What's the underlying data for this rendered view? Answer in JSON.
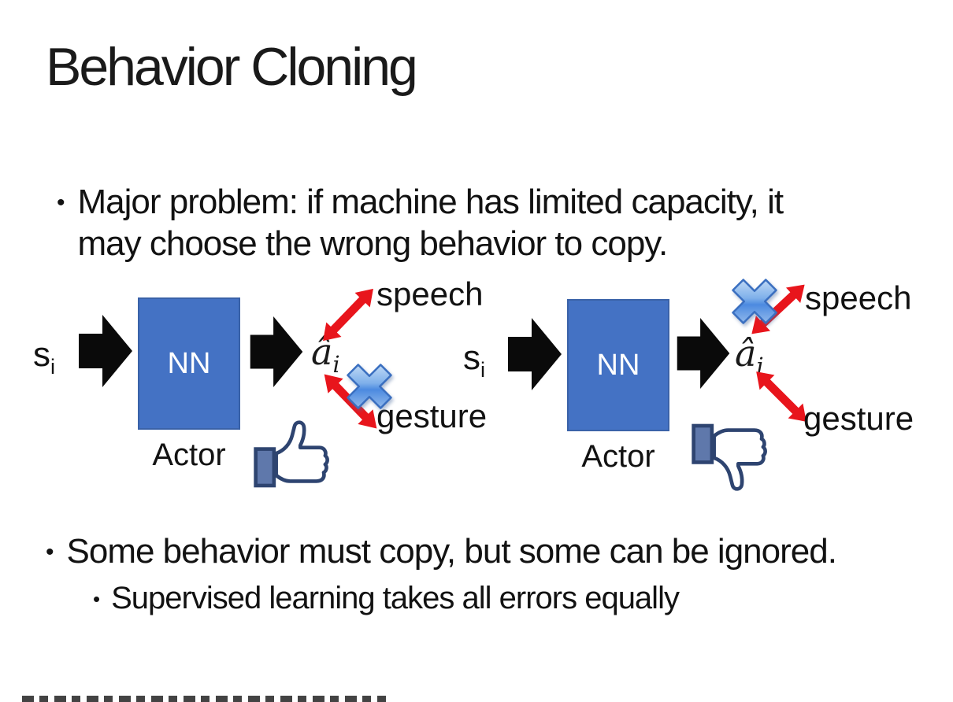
{
  "slide": {
    "title": "Behavior Cloning",
    "bullet_glyph": "•",
    "bullet1": "Major problem: if machine has limited capacity, it\nmay choose the wrong behavior to copy.",
    "bullet2": "Some behavior must copy, but some can be ignored.",
    "bullet3": "Supervised learning takes all errors equally"
  },
  "diagram": {
    "input_base": "s",
    "input_sub": "i",
    "box_label": "NN",
    "box_caption": "Actor",
    "output_base": "â",
    "output_sub": "i",
    "branch_top": "speech",
    "branch_bottom": "gesture",
    "left": {
      "crossed_branch": "gesture",
      "feedback": "thumbs-up"
    },
    "right": {
      "crossed_branch": "speech",
      "feedback": "thumbs-down"
    }
  },
  "icons": {
    "block-arrow-icon": "solid black right-pointing block arrow",
    "red-double-arrow-icon": "red double-headed arrow",
    "cross-icon": "glossy blue X (crossed-out)",
    "thumbs-up-icon": "blue outline thumbs up (like)",
    "thumbs-down-icon": "blue outline thumbs down (dislike)"
  },
  "colors": {
    "nn_box_fill": "#4472C4",
    "nn_box_border": "#3A62A8",
    "block_arrow": "#0A0A0A",
    "red_arrow": "#E8151C",
    "cross_blue_light": "#D6E7FA",
    "cross_blue_dark": "#3672CC",
    "thumb_outline": "#2E4470",
    "thumb_cuff": "#5F78AB",
    "text": "#121212"
  }
}
